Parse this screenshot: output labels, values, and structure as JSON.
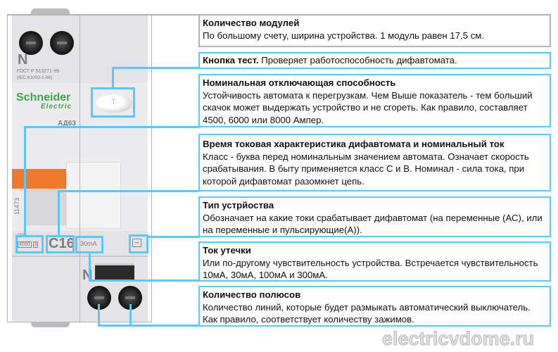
{
  "device": {
    "pole_label_top": "N",
    "pole_label_bottom": "N",
    "standard_line1": "ГОСТ Р 513271-99",
    "standard_line2": "(IEC 61009-1-96)",
    "brand_name": "Schneider",
    "brand_sub": "Electric",
    "model": "АД63",
    "serial": "11473",
    "voltage": "230В",
    "breaking_capacity": "4500",
    "class_number": "3",
    "rating": "C16",
    "leakage_current": "30mA",
    "type_symbol": "~",
    "test_button_label": "T",
    "brand_color": "#3aa845",
    "handle_color": "#f07a2a",
    "accent_color": "#5ac8fa"
  },
  "callouts": [
    {
      "title": "Количество модулей",
      "text": "По большому счету, ширина устройства. 1 модуль равен 17,5 см."
    },
    {
      "title": "Кнопка тест.",
      "text": " Проверяет работоспособность дифавтомата."
    },
    {
      "title": "Номинальная отключающая способность",
      "text": "Устойчивость автомата к перегрузкам. Чем Выше показатель - тем больший скачок может выдержать устройство и не сгореть. Как правило, составляет 4500, 6000 или 8000 Ампер."
    },
    {
      "title": "Время токовая характеристика дифавтомата и номинальный ток",
      "text": "Класс - буква перед номинальным значением автомата. Означает скорость срабатывания. В быту применяется класс С и В. Номинал - сила тока, при которой дифавтомат разомкнет цепь."
    },
    {
      "title": "Тип устрйоства",
      "text": "Обозначает на какие токи срабатывает дифавтомат (на переменные (АС), или на переменные и пульсирующие(А))."
    },
    {
      "title": "Ток утечки",
      "text": "Или по-другому чувствительность устройства. Встречается чувствительность 10мА, 30мА, 100мА и 300мА."
    },
    {
      "title": "Количество полюсов",
      "text": "Количество линий, которые будет размыкать автоматический выключатель. Как правило, соответствует количеству зажимов."
    }
  ],
  "watermark": "electricvdome.ru"
}
